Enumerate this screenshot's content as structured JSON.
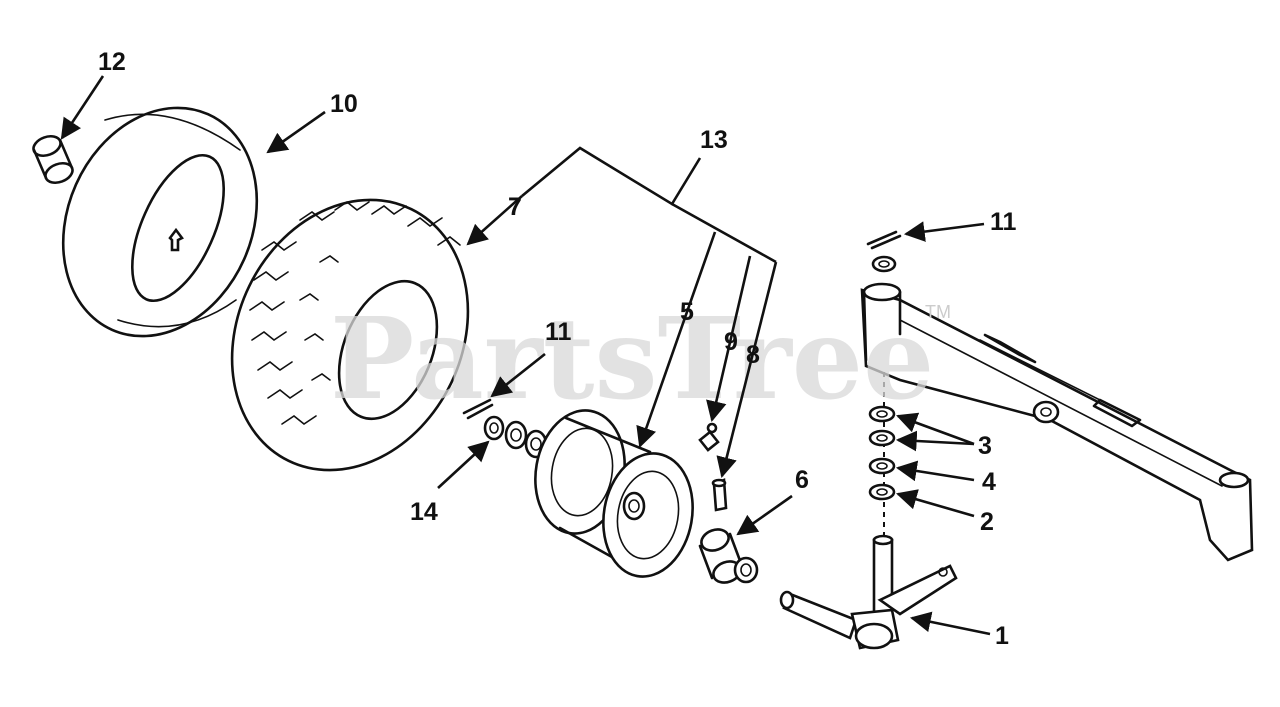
{
  "watermark": {
    "text": "PartsTree",
    "trademark": "TM"
  },
  "callouts": {
    "c1": "1",
    "c2": "2",
    "c3": "3",
    "c4": "4",
    "c5": "5",
    "c6": "6",
    "c7": "7",
    "c8": "8",
    "c9": "9",
    "c10": "10",
    "c11a": "11",
    "c11b": "11",
    "c12": "12",
    "c13": "13",
    "c14": "14"
  },
  "colors": {
    "ink": "#111111",
    "watermark": "#d9d9d9",
    "background": "#ffffff"
  }
}
